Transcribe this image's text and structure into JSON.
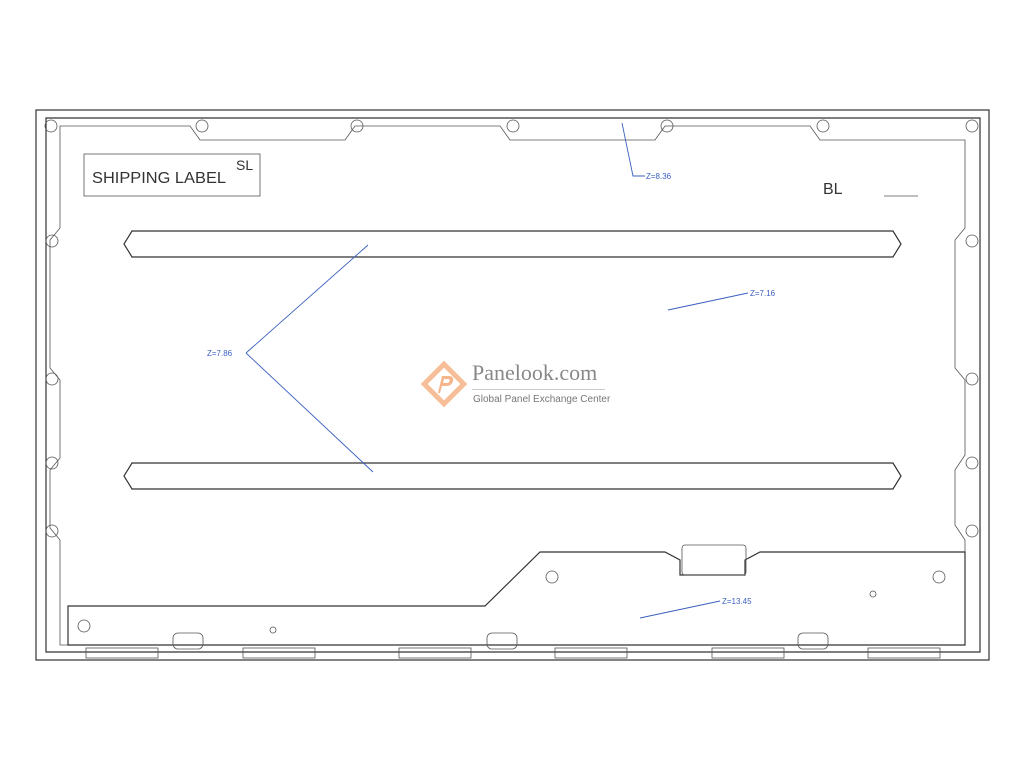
{
  "drawing": {
    "shipping_label": "SHIPPING LABEL",
    "sl_mark": "SL",
    "bl_mark": "BL",
    "annotations": [
      "Z=8.36",
      "Z=7.16",
      "Z=7.86",
      "Z=13.45"
    ]
  },
  "watermark": {
    "title": "Panelook.com",
    "subtitle": "Global Panel Exchange Center",
    "color": "#f4a46e"
  }
}
